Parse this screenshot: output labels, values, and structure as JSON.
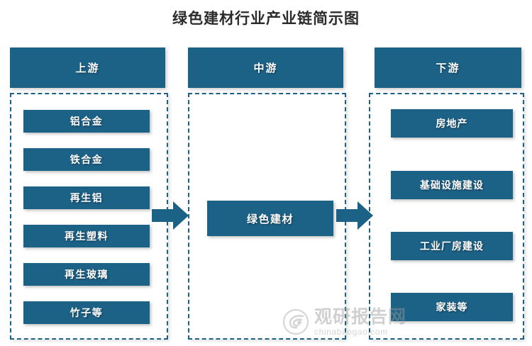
{
  "page": {
    "title": "绿色建材行业产业链简示图",
    "accent_color": "#1c6186",
    "background_color": "#ffffff",
    "text_color_on_accent": "#ffffff"
  },
  "columns": [
    {
      "id": "upstream",
      "header": "上游",
      "items": [
        {
          "label": "铝合金"
        },
        {
          "label": "铁合金"
        },
        {
          "label": "再生铝"
        },
        {
          "label": "再生塑料"
        },
        {
          "label": "再生玻璃"
        },
        {
          "label": "竹子等"
        }
      ]
    },
    {
      "id": "midstream",
      "header": "中游",
      "items": [
        {
          "label": "绿色建材"
        }
      ]
    },
    {
      "id": "downstream",
      "header": "下游",
      "items": [
        {
          "label": "房地产"
        },
        {
          "label": "基础设施建设"
        },
        {
          "label": "工业厂房建设"
        },
        {
          "label": "家装等"
        }
      ]
    }
  ],
  "connectors": [
    {
      "id": "upstream-to-midstream",
      "icon": "arrow-right-icon"
    },
    {
      "id": "midstream-to-downstream",
      "icon": "arrow-right-icon"
    }
  ],
  "watermark": {
    "icon": "chinabaogao-logo-icon",
    "name_cn": "观研报告网",
    "name_en": "chinabaogao.com",
    "color": "#9a9a9a"
  }
}
